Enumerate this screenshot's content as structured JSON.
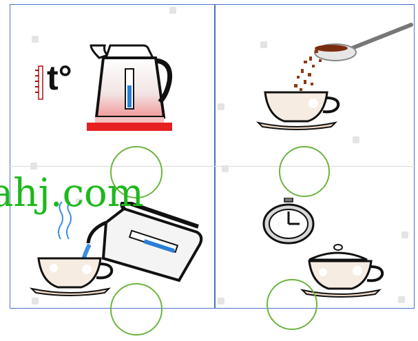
{
  "thermo_label": "t°",
  "watermark": "ahj.com",
  "colors": {
    "border": "#4a72c4",
    "circle": "#6db33f",
    "watermark": "#1db81d"
  },
  "panels": [
    {
      "name": "kettle-heating"
    },
    {
      "name": "coffee-spoon"
    },
    {
      "name": "pour-water"
    },
    {
      "name": "timer-cup"
    }
  ]
}
